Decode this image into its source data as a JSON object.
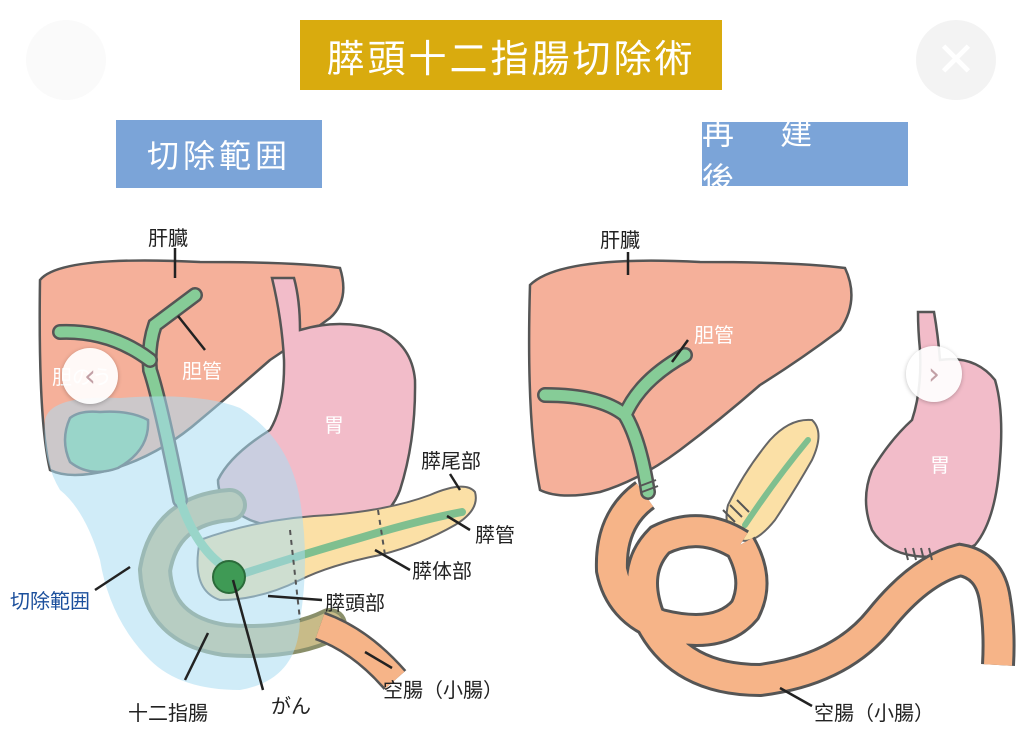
{
  "title": "膵頭十二指腸切除術",
  "left_panel": {
    "heading": "切除範囲",
    "labels": {
      "liver": "肝臓",
      "bile_duct": "胆管",
      "gallbladder": "胆のう",
      "stomach": "胃",
      "pancreas_tail": "膵尾部",
      "pancreatic_duct": "膵管",
      "pancreas_body": "膵体部",
      "pancreas_head": "膵頭部",
      "resection_area": "切除範囲",
      "jejunum": "空腸（小腸）",
      "duodenum": "十二指腸",
      "cancer": "がん"
    }
  },
  "right_panel": {
    "heading": "再 建 後",
    "labels": {
      "liver": "肝臓",
      "bile_duct": "胆管",
      "stomach": "胃",
      "jejunum": "空腸（小腸）"
    }
  },
  "controls": {
    "prev": "‹",
    "next": "›",
    "close": "✕"
  },
  "colors": {
    "liver": "#f5b09a",
    "stomach": "#f2bcc9",
    "bile": "#86cc97",
    "pancreas": "#fbe0a6",
    "intestine": "#f6b488",
    "resection": "#a9dcf3",
    "cancer": "#3f9a55",
    "title_bg": "#d9ab0e",
    "heading_bg": "#7ba4d8"
  }
}
